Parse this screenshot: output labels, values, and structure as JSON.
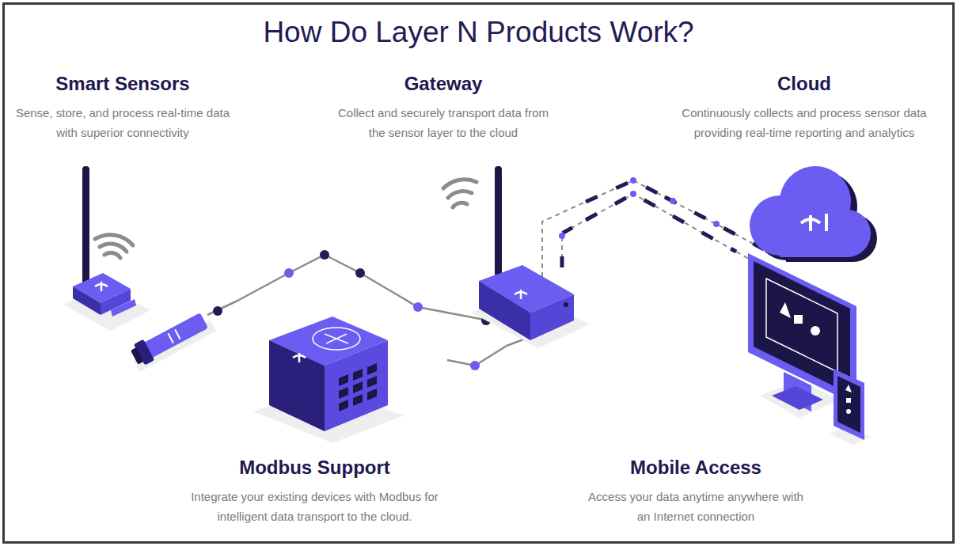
{
  "diagram": {
    "title": "How Do Layer N Products Work?",
    "nodes": [
      {
        "text": [
          "Smart Sensors",
          "Sense, store, and process real-time data with superior connectivity"
        ]
      },
      {
        "text": [
          "Gateway",
          "Collect and securely transport data from the sensor layer to the cloud"
        ]
      },
      {
        "text": [
          "Cloud",
          "Continuously collects and process sensor data providing real-time reporting and analytics"
        ]
      },
      {
        "text": [
          "Modbus Support",
          "Integrate your existing devices with Modbus for intelligent data transport to the cloud."
        ]
      },
      {
        "text": [
          "Mobile Access",
          "Access your data anytime anywhere with an Internet connection"
        ]
      }
    ],
    "edges": [
      {
        "from": 0,
        "to": 1,
        "arrow": "none"
      },
      {
        "from": 3,
        "to": 1,
        "arrow": "none"
      },
      {
        "from": 1,
        "to": 2,
        "arrow": "none"
      },
      {
        "from": 1,
        "to": 4,
        "arrow": "none"
      }
    ]
  }
}
